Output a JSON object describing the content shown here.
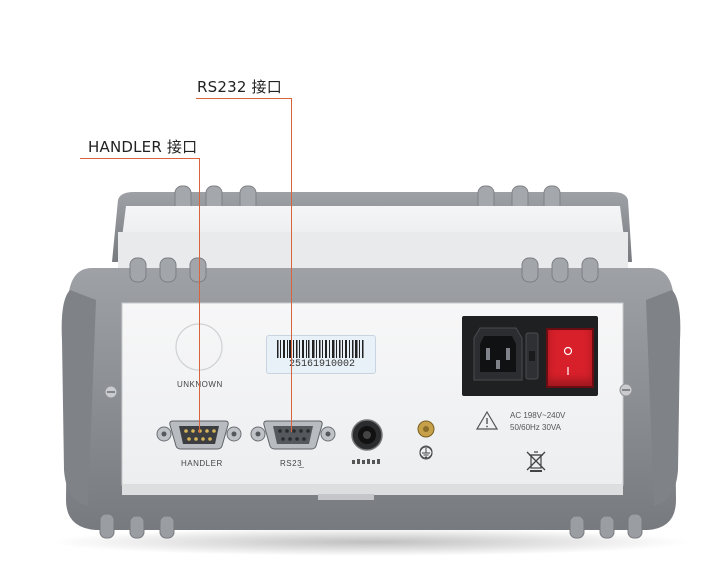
{
  "callouts": {
    "rs232": "RS232 接口",
    "handler": "HANDLER 接口"
  },
  "panel": {
    "unknown_label": "UNKNOWN",
    "handler_label": "HANDLER",
    "rs232_label": "RS23̲",
    "serial_number": "25161910002",
    "power_spec_line1": "AC 198V~240V",
    "power_spec_line2": "50/60Hz 30VA"
  },
  "colors": {
    "callout_line": "#d9633b",
    "bumper": "#8c8f94",
    "panel": "#f2f3f4",
    "power_switch": "#d7202a"
  }
}
